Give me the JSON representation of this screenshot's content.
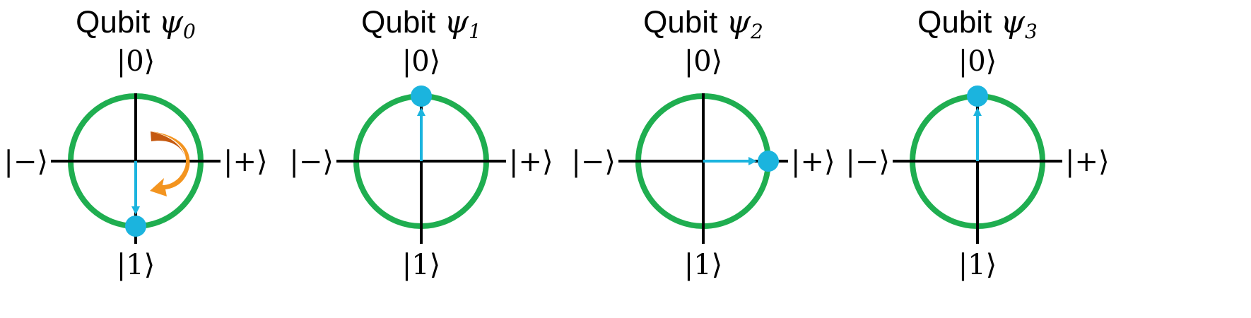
{
  "colors": {
    "circle": "#1FAE50",
    "axis": "#000000",
    "vector": "#1BB4DE",
    "point": "#1BB4DE",
    "rotation_arrow": "#F3941F",
    "rotation_arrow_dark": "#C55A11"
  },
  "icons": {
    "rotation": "curved-arrow-icon"
  },
  "title_prefix": "Qubit",
  "title_symbol": "ψ",
  "labels": {
    "top": "|0⟩",
    "bottom": "|1⟩",
    "right": "|+⟩",
    "left": "|−⟩"
  },
  "qubits": [
    {
      "subscript": "0",
      "state": "|1⟩",
      "angle_deg": 180,
      "rotation_arrow": true
    },
    {
      "subscript": "1",
      "state": "|0⟩",
      "angle_deg": 0,
      "rotation_arrow": false
    },
    {
      "subscript": "2",
      "state": "|+⟩",
      "angle_deg": 90,
      "rotation_arrow": false
    },
    {
      "subscript": "3",
      "state": "|0⟩",
      "angle_deg": 0,
      "rotation_arrow": false
    }
  ]
}
